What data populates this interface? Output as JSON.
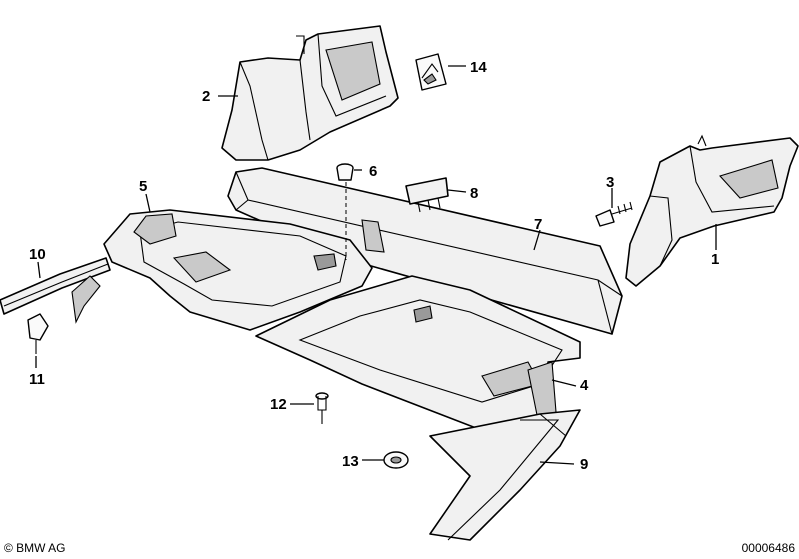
{
  "callouts": {
    "c1": "1",
    "c2": "2",
    "c3": "3",
    "c4": "4",
    "c5": "5",
    "c6": "6",
    "c7": "7",
    "c8": "8",
    "c9": "9",
    "c10": "10",
    "c11": "11",
    "c12": "12",
    "c13": "13",
    "c14": "14"
  },
  "footer": {
    "copyright": "© BMW AG",
    "diagram_number": "00006486"
  }
}
